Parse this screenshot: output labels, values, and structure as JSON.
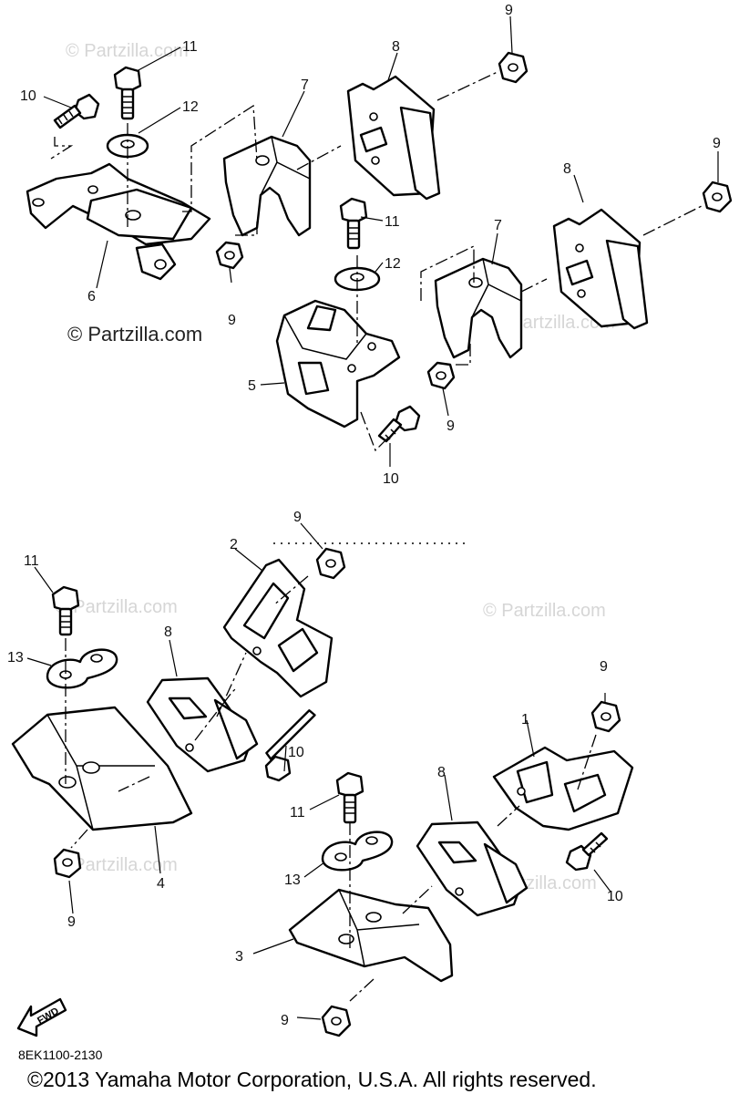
{
  "watermark": "© Partzilla.com",
  "watermark_main": "© Partzilla.com",
  "callouts": {
    "c_10_a": "10",
    "c_11_a": "11",
    "c_12_a": "12",
    "c_7_a": "7",
    "c_8_a": "8",
    "c_9_a": "9",
    "c_9_b": "9",
    "c_6": "6",
    "c_9_c": "9",
    "c_11_b": "11",
    "c_12_b": "12",
    "c_7_b": "7",
    "c_8_b": "8",
    "c_5": "5",
    "c_9_d": "9",
    "c_10_b": "10",
    "c_9_e": "9",
    "c_2": "2",
    "c_11_c": "11",
    "c_13_a": "13",
    "c_8_c": "8",
    "c_10_c": "10",
    "c_4": "4",
    "c_9_f": "9",
    "c_9_g": "9",
    "c_1": "1",
    "c_8_d": "8",
    "c_11_d": "11",
    "c_13_b": "13",
    "c_10_d": "10",
    "c_3": "3",
    "c_9_h": "9"
  },
  "fwd_label": "FWD",
  "diagram_ref": "8EK1100-2130",
  "copyright": "©2013 Yamaha Motor Corporation, U.S.A. All rights reserved.",
  "colors": {
    "line": "#000000",
    "watermark": "#d6d6d6",
    "background": "#ffffff"
  }
}
